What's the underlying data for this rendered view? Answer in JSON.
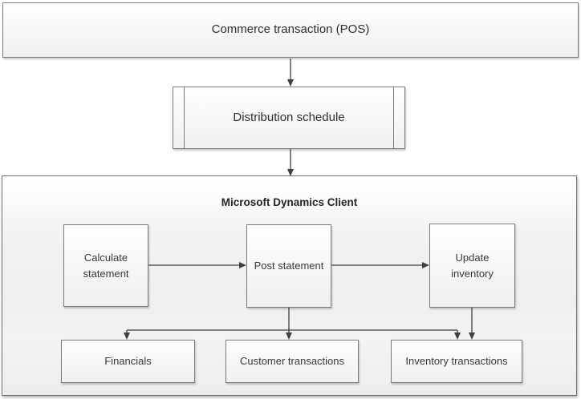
{
  "diagram": {
    "container_title": "Microsoft Dynamics Client",
    "nodes": {
      "commerce": "Commerce transaction (POS)",
      "distribution": "Distribution schedule",
      "calculate": "Calculate statement",
      "post": "Post statement",
      "update": "Update inventory",
      "financials": "Financials",
      "customer": "Customer transactions",
      "inventory": "Inventory transactions"
    },
    "colors": {
      "box_border": "#7b7b7b",
      "container_border": "#6e6e6e",
      "box_fill_top": "#ffffff",
      "box_fill_bottom": "#f0eff0",
      "arrow": "#3f3f3f",
      "text": "#383838"
    }
  }
}
